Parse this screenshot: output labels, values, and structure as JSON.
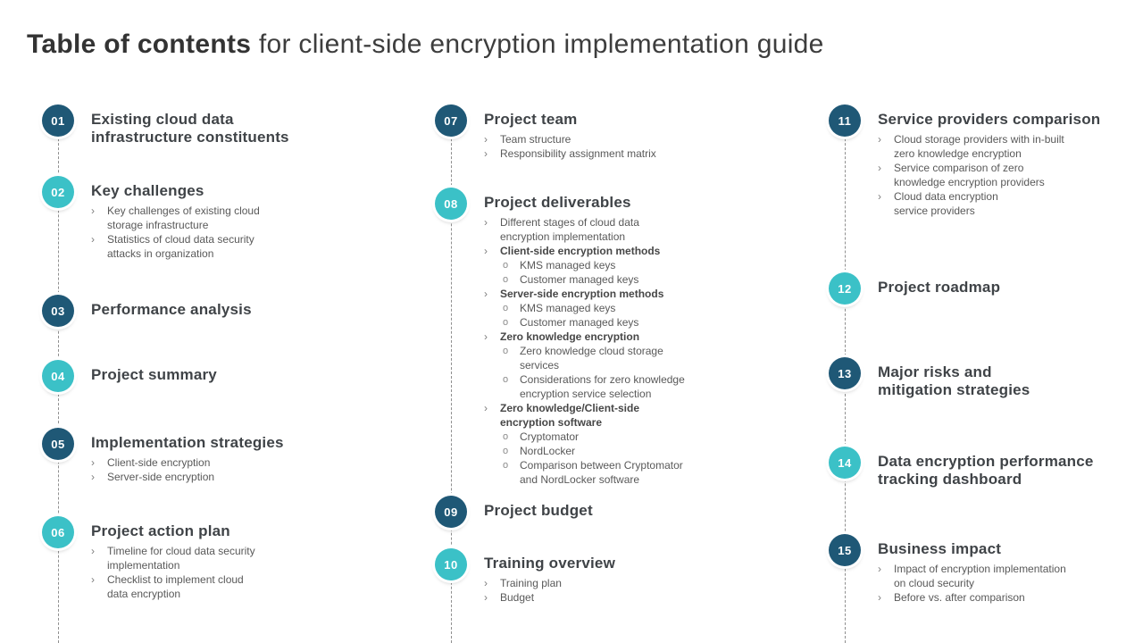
{
  "title": {
    "bold": "Table of contents",
    "rest": "for client-side encryption implementation guide"
  },
  "bullets": {
    "level1": "›",
    "level2": "o"
  },
  "colors": {
    "dark_circle": "#1F5876",
    "teal_circle": "#3BC1C7",
    "heading_text": "#3F4347",
    "sub_text": "#595959",
    "connector": "#8F8F8F"
  },
  "columns": [
    {
      "items": [
        {
          "num": "01",
          "title": "Existing cloud data\ninfrastructure constituents",
          "subs": []
        },
        {
          "num": "02",
          "title": "Key challenges",
          "subs": [
            {
              "level": 1,
              "text": "Key challenges of existing cloud\nstorage infrastructure"
            },
            {
              "level": 1,
              "text": "Statistics of cloud data security\nattacks in organization"
            }
          ]
        },
        {
          "num": "03",
          "title": "Performance analysis",
          "subs": []
        },
        {
          "num": "04",
          "title": "Project summary",
          "subs": []
        },
        {
          "num": "05",
          "title": "Implementation strategies",
          "subs": [
            {
              "level": 1,
              "text": "Client-side encryption"
            },
            {
              "level": 1,
              "text": "Server-side encryption"
            }
          ]
        },
        {
          "num": "06",
          "title": "Project action plan",
          "subs": [
            {
              "level": 1,
              "text": "Timeline for cloud data security\nimplementation"
            },
            {
              "level": 1,
              "text": "Checklist to implement cloud\ndata encryption"
            }
          ]
        }
      ]
    },
    {
      "items": [
        {
          "num": "07",
          "title": "Project team",
          "subs": [
            {
              "level": 1,
              "text": "Team structure"
            },
            {
              "level": 1,
              "text": "Responsibility assignment matrix"
            }
          ]
        },
        {
          "num": "08",
          "title": "Project deliverables",
          "subs": [
            {
              "level": 1,
              "text": "Different stages of cloud data\nencryption implementation"
            },
            {
              "level": 1,
              "bold": true,
              "text": "Client-side encryption methods"
            },
            {
              "level": 2,
              "text": "KMS managed keys"
            },
            {
              "level": 2,
              "text": "Customer managed keys"
            },
            {
              "level": 1,
              "bold": true,
              "text": "Server-side encryption methods"
            },
            {
              "level": 2,
              "text": "KMS managed keys"
            },
            {
              "level": 2,
              "text": "Customer managed keys"
            },
            {
              "level": 1,
              "bold": true,
              "text": "Zero knowledge encryption"
            },
            {
              "level": 2,
              "text": "Zero knowledge cloud storage\nservices"
            },
            {
              "level": 2,
              "text": "Considerations for zero knowledge\nencryption service selection"
            },
            {
              "level": 1,
              "bold": true,
              "text": "Zero knowledge/Client-side\nencryption software"
            },
            {
              "level": 2,
              "text": "Cryptomator"
            },
            {
              "level": 2,
              "text": "NordLocker"
            },
            {
              "level": 2,
              "text": "Comparison between Cryptomator\nand NordLocker software"
            }
          ]
        },
        {
          "num": "09",
          "title": "Project budget",
          "subs": []
        },
        {
          "num": "10",
          "title": "Training overview",
          "subs": [
            {
              "level": 1,
              "text": "Training plan"
            },
            {
              "level": 1,
              "text": "Budget"
            }
          ]
        }
      ]
    },
    {
      "items": [
        {
          "num": "11",
          "title": "Service providers comparison",
          "subs": [
            {
              "level": 1,
              "text": "Cloud storage providers with in-built\nzero knowledge encryption"
            },
            {
              "level": 1,
              "text": "Service comparison of zero\nknowledge encryption providers"
            },
            {
              "level": 1,
              "text": "Cloud data encryption\nservice providers"
            }
          ]
        },
        {
          "num": "12",
          "title": "Project roadmap",
          "subs": []
        },
        {
          "num": "13",
          "title": "Major risks and\nmitigation strategies",
          "subs": []
        },
        {
          "num": "14",
          "title": "Data encryption performance\ntracking dashboard",
          "subs": []
        },
        {
          "num": "15",
          "title": "Business impact",
          "subs": [
            {
              "level": 1,
              "text": "Impact of encryption implementation\non cloud security"
            },
            {
              "level": 1,
              "text": "Before vs. after comparison"
            }
          ]
        }
      ]
    }
  ]
}
